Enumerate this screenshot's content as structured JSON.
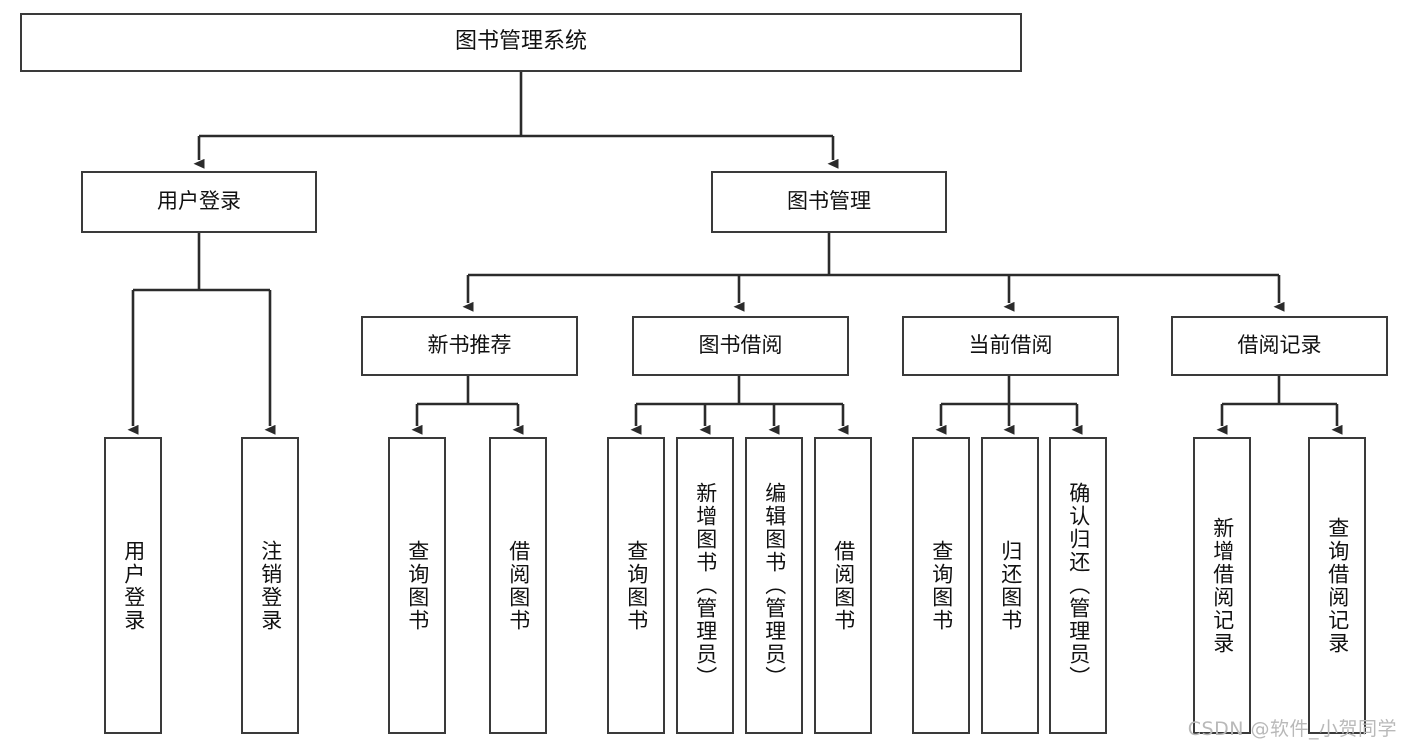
{
  "diagram": {
    "type": "tree-hierarchy-flowchart",
    "title": "图书管理系统",
    "watermark": "CSDN @软件_小贺同学",
    "colors": {
      "box_border": "#3a3a3a",
      "box_fill": "#ffffff",
      "connector": "#2b2b2b",
      "text": "#111111",
      "watermark": "#b9b9b9",
      "background": "#ffffff"
    },
    "levels": [
      {
        "level": 1,
        "nodes": [
          {
            "id": "root",
            "label": "图书管理系统",
            "orientation": "horizontal"
          }
        ]
      },
      {
        "level": 2,
        "nodes": [
          {
            "id": "user-login",
            "label": "用户登录",
            "orientation": "horizontal",
            "parent": "root"
          },
          {
            "id": "book-manage",
            "label": "图书管理",
            "orientation": "horizontal",
            "parent": "root"
          }
        ]
      },
      {
        "level": 3,
        "nodes": [
          {
            "id": "new-book-rec",
            "label": "新书推荐",
            "orientation": "horizontal",
            "parent": "book-manage"
          },
          {
            "id": "book-borrow",
            "label": "图书借阅",
            "orientation": "horizontal",
            "parent": "book-manage"
          },
          {
            "id": "current-borrow",
            "label": "当前借阅",
            "orientation": "horizontal",
            "parent": "book-manage"
          },
          {
            "id": "borrow-record",
            "label": "借阅记录",
            "orientation": "horizontal",
            "parent": "book-manage"
          }
        ]
      },
      {
        "level": 4,
        "nodes": [
          {
            "id": "leaf-user-login",
            "label": "用户登录",
            "orientation": "vertical",
            "parent": "user-login"
          },
          {
            "id": "leaf-logout",
            "label": "注销登录",
            "orientation": "vertical",
            "parent": "user-login"
          },
          {
            "id": "leaf-query-book-1",
            "label": "查询图书",
            "orientation": "vertical",
            "parent": "new-book-rec"
          },
          {
            "id": "leaf-borrow-book-1",
            "label": "借阅图书",
            "orientation": "vertical",
            "parent": "new-book-rec"
          },
          {
            "id": "leaf-query-book-2",
            "label": "查询图书",
            "orientation": "vertical",
            "parent": "book-borrow"
          },
          {
            "id": "leaf-add-book",
            "label": "新增图书（管理员）",
            "orientation": "vertical",
            "parent": "book-borrow"
          },
          {
            "id": "leaf-edit-book",
            "label": "编辑图书（管理员）",
            "orientation": "vertical",
            "parent": "book-borrow"
          },
          {
            "id": "leaf-borrow-book-2",
            "label": "借阅图书",
            "orientation": "vertical",
            "parent": "book-borrow"
          },
          {
            "id": "leaf-query-book-3",
            "label": "查询图书",
            "orientation": "vertical",
            "parent": "current-borrow"
          },
          {
            "id": "leaf-return-book",
            "label": "归还图书",
            "orientation": "vertical",
            "parent": "current-borrow"
          },
          {
            "id": "leaf-confirm-return",
            "label": "确认归还（管理员）",
            "orientation": "vertical",
            "parent": "current-borrow"
          },
          {
            "id": "leaf-add-record",
            "label": "新增借阅记录",
            "orientation": "vertical",
            "parent": "borrow-record"
          },
          {
            "id": "leaf-query-record",
            "label": "查询借阅记录",
            "orientation": "vertical",
            "parent": "borrow-record"
          }
        ]
      }
    ]
  }
}
